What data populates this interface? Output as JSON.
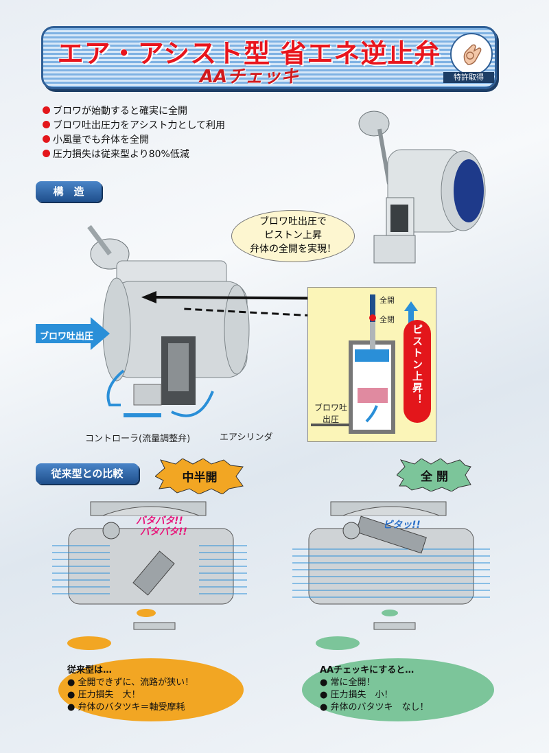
{
  "header": {
    "title": "エア・アシスト型 省エネ逆止弁",
    "subtitle": "AAチェッキ",
    "patent_label": "特許取得"
  },
  "features": [
    "ブロワが始動すると確実に全開",
    "ブロワ吐出圧力をアシスト力として利用",
    "小風量でも弁体を全開",
    "圧力損失は従来型より80%低減"
  ],
  "structure": {
    "tab_label": "構　造",
    "callout_lines": [
      "ブロワ吐出圧で",
      "ピストン上昇",
      "弁体の全開を実現！"
    ],
    "inlet_label": "ブロワ吐出圧",
    "controller_label": "コントローラ(流量調整弁)",
    "cylinder_label": "エアシリンダ",
    "full_open_label": "全開",
    "full_close_label": "全閉",
    "piston_label": "ピストン上昇！",
    "blower_pressure_label": "ブロワ吐出圧"
  },
  "comparison": {
    "tab_label": "従来型との比較",
    "left_burst": "中半開",
    "right_burst": "全 開",
    "left_flutter_1": "バタバタ!!",
    "left_flutter_2": "バタバタ!!",
    "right_snap": "ピタッ!!",
    "left_cloud": {
      "title": "従来型は…",
      "items": [
        "全開できずに、流路が狭い！",
        "圧力損失　大！",
        "弁体のバタツキ＝軸受摩耗"
      ]
    },
    "right_cloud": {
      "title": "AAチェッキにすると…",
      "items": [
        "常に全開！",
        "圧力損失　小！",
        "弁体のバタツキ　なし！"
      ]
    }
  },
  "colors": {
    "accent_red": "#e3161b",
    "navy": "#1f4f8c",
    "flow_blue": "#2a8fd8",
    "orange": "#f2a623",
    "green": "#7cc59a"
  }
}
